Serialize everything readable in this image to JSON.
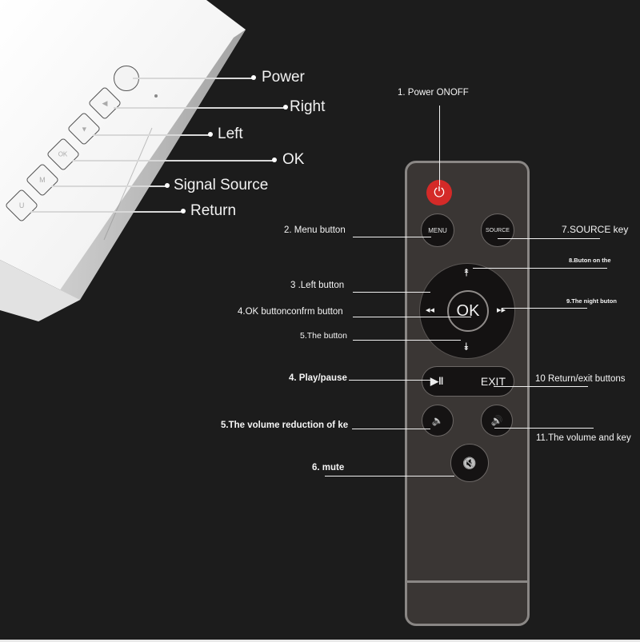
{
  "projector": {
    "callouts": [
      {
        "id": "power",
        "label": "Power"
      },
      {
        "id": "right",
        "label": "Right"
      },
      {
        "id": "left",
        "label": "Left"
      },
      {
        "id": "ok",
        "label": "OK"
      },
      {
        "id": "source",
        "label": "Signal Source"
      },
      {
        "id": "return",
        "label": "Return"
      }
    ],
    "button_glyphs": {
      "right": "◀",
      "left": "▼",
      "ok": "OK",
      "source": "M",
      "return": "U"
    }
  },
  "remote": {
    "buttons": {
      "power": "⏻",
      "menu": "MENU",
      "source": "SOURCE",
      "ok": "OK",
      "up": "⯭",
      "down": "⯯",
      "left": "◂◂",
      "right": "▸▸",
      "play_pause": "▶‖",
      "exit": "EXIT",
      "vol_down": "🔈",
      "vol_up": "🔊",
      "mute": "🔇"
    },
    "callouts": [
      {
        "id": "power",
        "label": "1. Power ONOFF"
      },
      {
        "id": "menu",
        "label": "2. Menu button"
      },
      {
        "id": "left",
        "label": "3 .Left button"
      },
      {
        "id": "ok",
        "label": "4.OK buttonconfrm button"
      },
      {
        "id": "down",
        "label": "5.The button"
      },
      {
        "id": "play",
        "label": "4. Play/pause"
      },
      {
        "id": "voldown",
        "label": "5.The volume reduction of ke"
      },
      {
        "id": "mute",
        "label": "6. mute"
      },
      {
        "id": "source",
        "label": "7.SOURCE key"
      },
      {
        "id": "up",
        "label": "8.Buton on the"
      },
      {
        "id": "right",
        "label": "9.The night buton"
      },
      {
        "id": "exit",
        "label": "10 Return/exit buttons"
      },
      {
        "id": "volup",
        "label": "11.The volume and key"
      }
    ]
  },
  "colors": {
    "background": "#1c1c1c",
    "remote_body": "#3a3634",
    "power_red": "#d42a28",
    "projector_white": "#f4f4f4"
  }
}
